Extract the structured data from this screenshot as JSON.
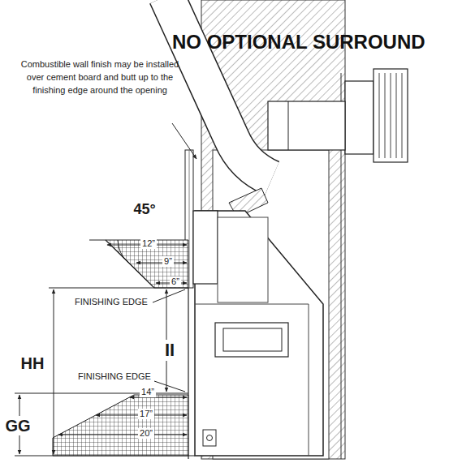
{
  "diagram": {
    "title": "NO OPTIONAL SURROUND",
    "labels": [
      "Combustible wall finish may be installed over cement board and butt up to the finishing edge around the opening",
      "45°",
      "12”",
      "9”",
      "6”",
      "FINISHING EDGE",
      "II",
      "HH",
      "FINISHING EDGE",
      "14”",
      "17”",
      "20”",
      "GG"
    ]
  }
}
